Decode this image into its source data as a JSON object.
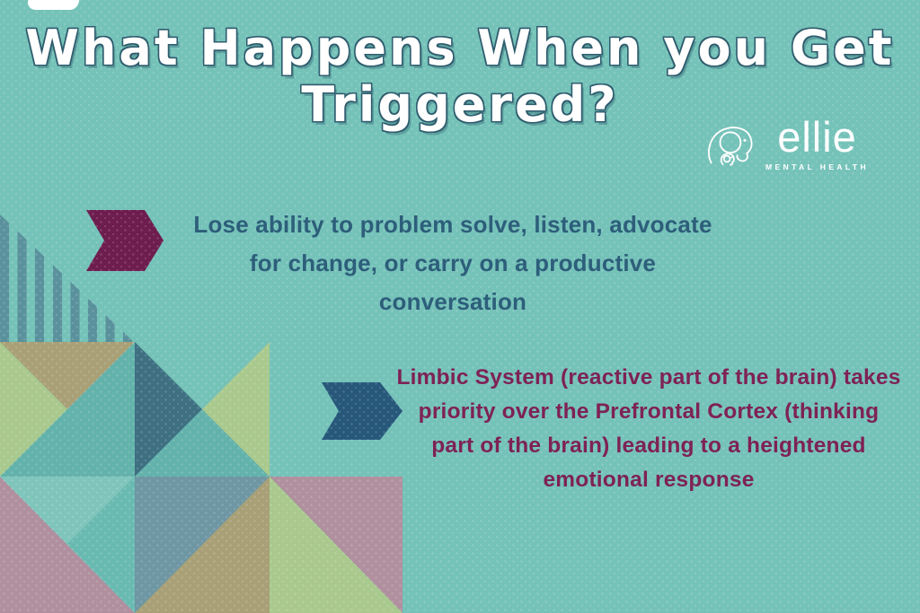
{
  "title": {
    "line1": "What Happens When you Get",
    "line2": "Triggered?"
  },
  "logo": {
    "brand": "ellie",
    "tagline": "MENTAL HEALTH"
  },
  "bullets": [
    {
      "lines": [
        "Lose ability to problem solve, listen, advocate",
        "for change, or carry on a productive",
        "conversation"
      ]
    },
    {
      "lines": [
        "Limbic System (reactive part of the brain) takes",
        "priority over the Prefrontal Cortex (thinking",
        "part of the brain) leading to a heightened",
        "emotional response"
      ]
    }
  ],
  "colors": {
    "background": "#75c2b9",
    "title_fill": "#ffffff",
    "title_outline": "#2f5d6e",
    "bullet1_text": "#2d5e7a",
    "bullet2_text": "#7e2255",
    "arrow1": "#6e1d4f",
    "arrow2": "#27587a",
    "stripe": "#5a919c",
    "quilt_olive": "#a9a077",
    "quilt_light_green": "#a9c98e",
    "quilt_teal": "#63b2ab",
    "quilt_dark_teal": "#3e7082",
    "quilt_light_teal": "#80c5bc",
    "quilt_soft_teal": "#69bab1",
    "quilt_mauve": "#b0909f",
    "quilt_slate": "#6e96a3"
  }
}
